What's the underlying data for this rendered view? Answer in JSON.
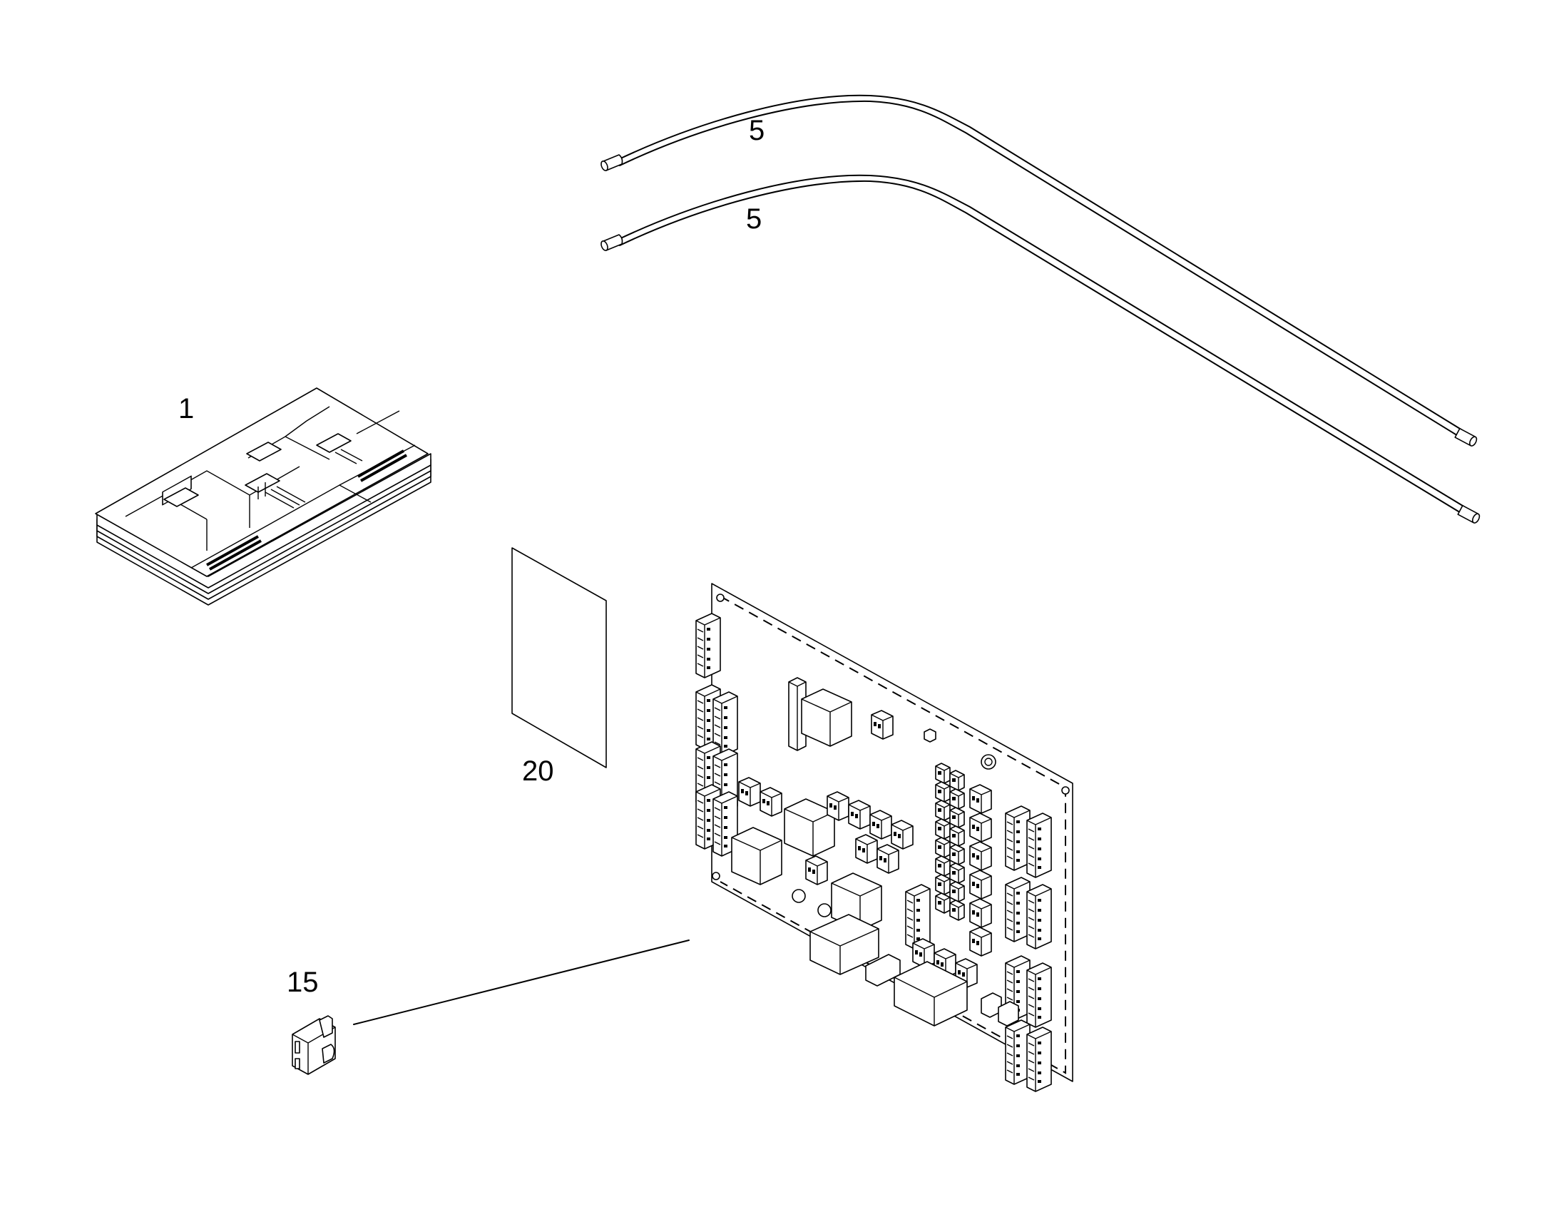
{
  "callouts": {
    "manual": "1",
    "sensor_upper": "5",
    "sensor_lower": "5",
    "fuse": "15",
    "sheet": "20"
  }
}
